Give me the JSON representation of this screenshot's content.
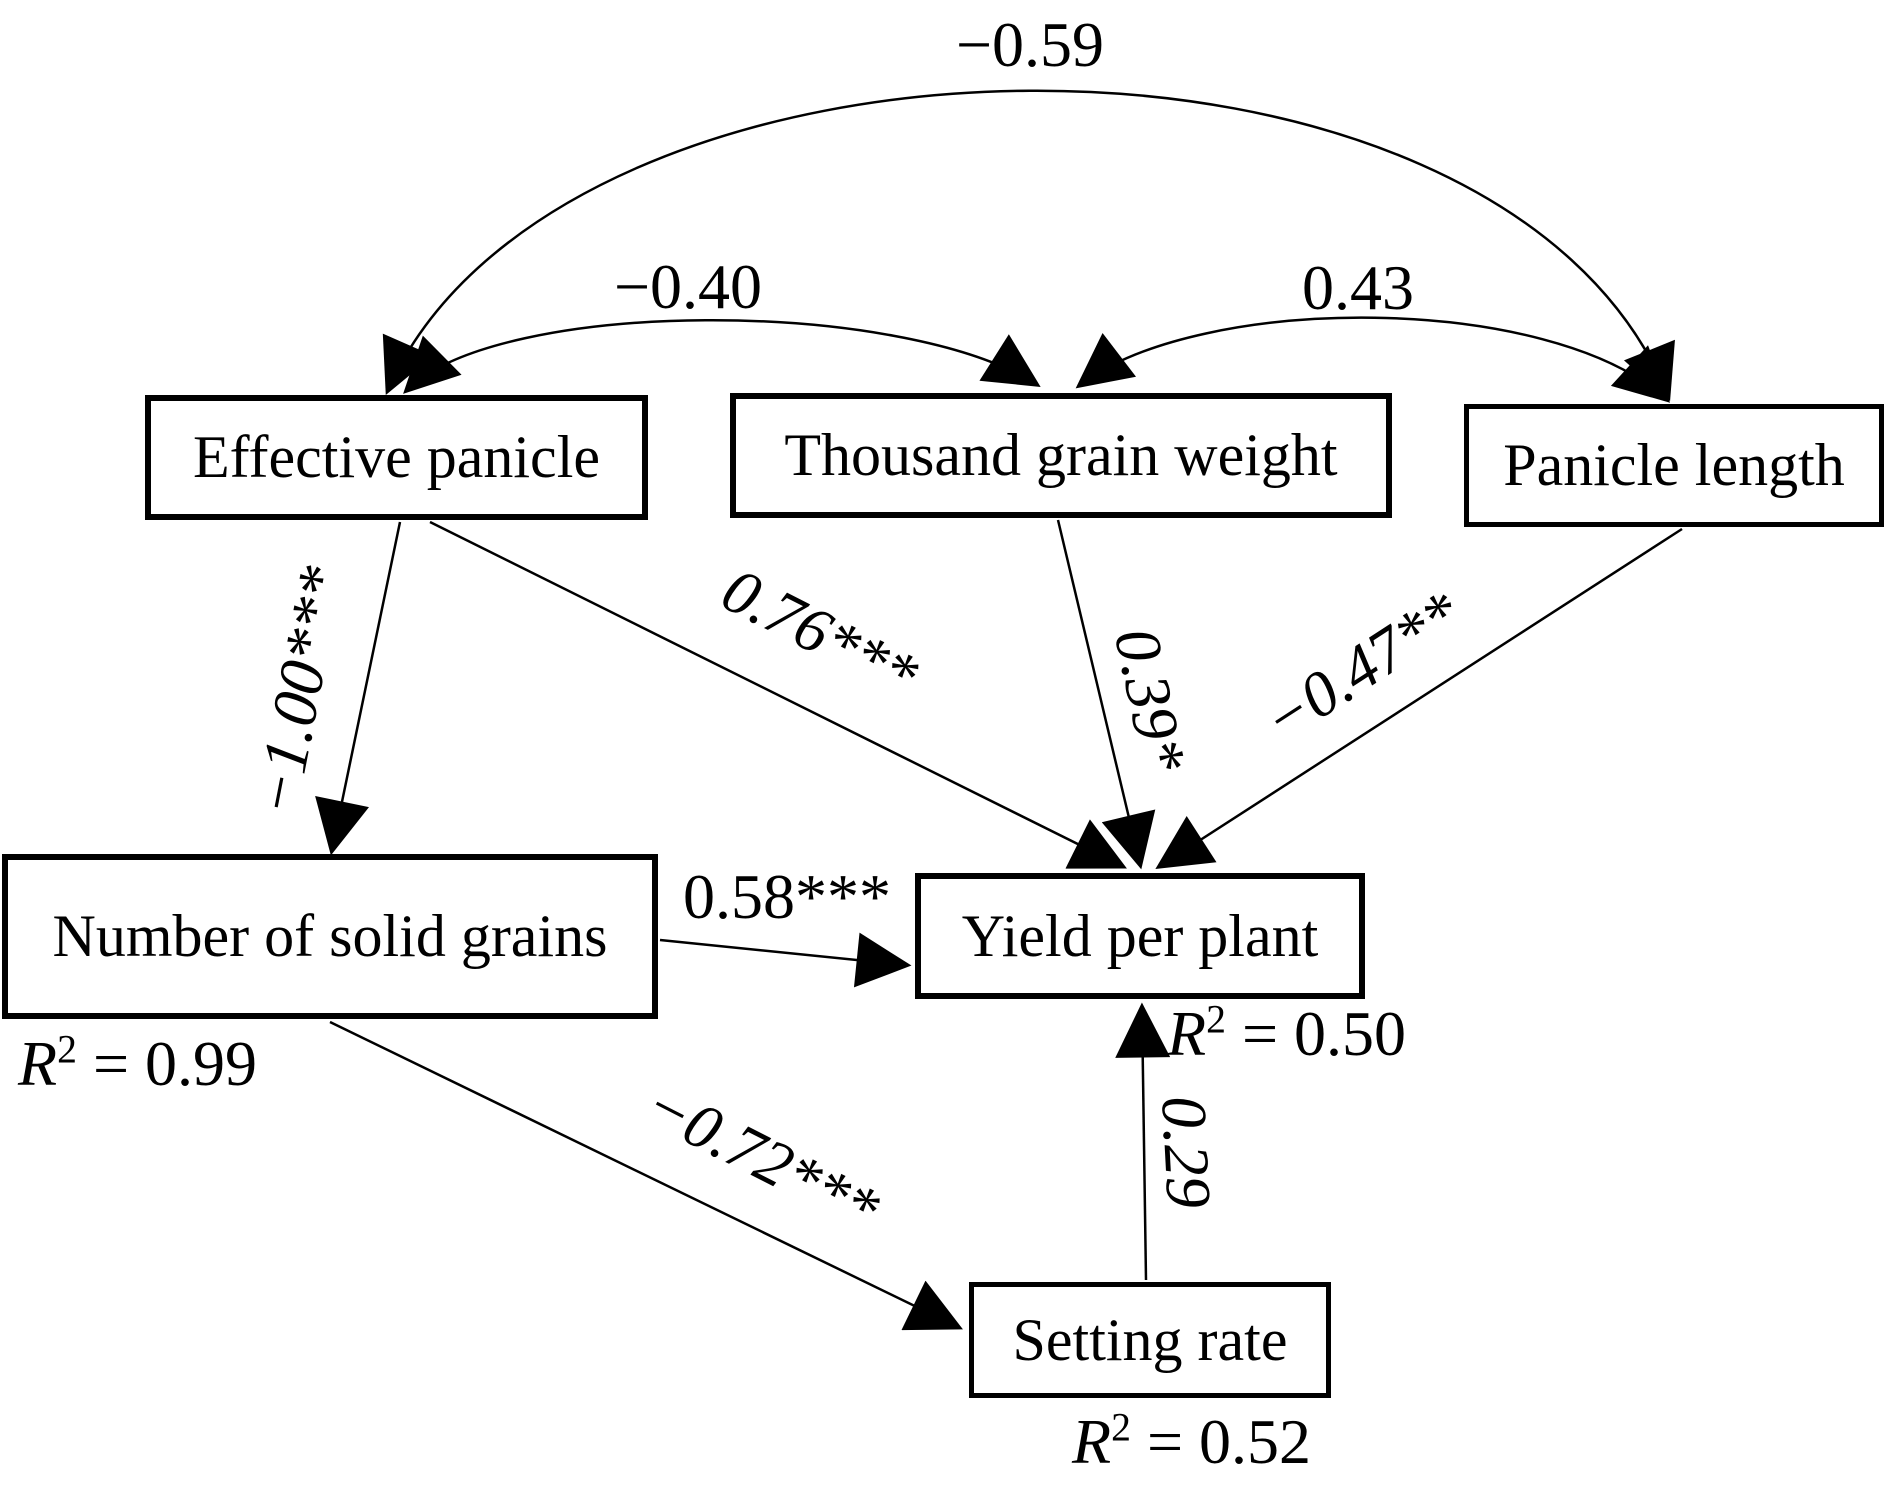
{
  "diagram": {
    "type": "path-analysis",
    "nodes": {
      "effective_panicle": {
        "label": "Effective panicle"
      },
      "thousand_grain_weight": {
        "label": "Thousand grain weight"
      },
      "panicle_length": {
        "label": "Panicle length"
      },
      "number_of_solid_grains": {
        "label": "Number of solid grains"
      },
      "yield_per_plant": {
        "label": "Yield per plant"
      },
      "setting_rate": {
        "label": "Setting rate"
      }
    },
    "correlations": {
      "ep_pl": {
        "between": [
          "Effective panicle",
          "Panicle length"
        ],
        "label": "−0.59"
      },
      "ep_tgw": {
        "between": [
          "Effective panicle",
          "Thousand grain weight"
        ],
        "label": "−0.40"
      },
      "tgw_pl": {
        "between": [
          "Thousand grain weight",
          "Panicle length"
        ],
        "label": "0.43"
      }
    },
    "paths": {
      "ep_nsg": {
        "from": "Effective panicle",
        "to": "Number of solid grains",
        "label": "−1.00***"
      },
      "ep_ypp": {
        "from": "Effective panicle",
        "to": "Yield per plant",
        "label": "0.76***"
      },
      "tgw_ypp": {
        "from": "Thousand grain weight",
        "to": "Yield per plant",
        "label": "0.39*"
      },
      "pl_ypp": {
        "from": "Panicle length",
        "to": "Yield per plant",
        "label": "−0.47**"
      },
      "nsg_ypp": {
        "from": "Number of solid grains",
        "to": "Yield per plant",
        "label": "0.58***"
      },
      "nsg_sr": {
        "from": "Number of solid grains",
        "to": "Setting rate",
        "label": "−0.72***"
      },
      "sr_ypp": {
        "from": "Setting rate",
        "to": "Yield per plant",
        "label": "0.29"
      }
    },
    "r2": {
      "sym": "R",
      "sup": "2",
      "eq": " = ",
      "number_of_solid_grains": "0.99",
      "yield_per_plant": "0.50",
      "setting_rate": "0.52"
    },
    "colors": {
      "ink": "#000000",
      "background": "#ffffff"
    }
  }
}
